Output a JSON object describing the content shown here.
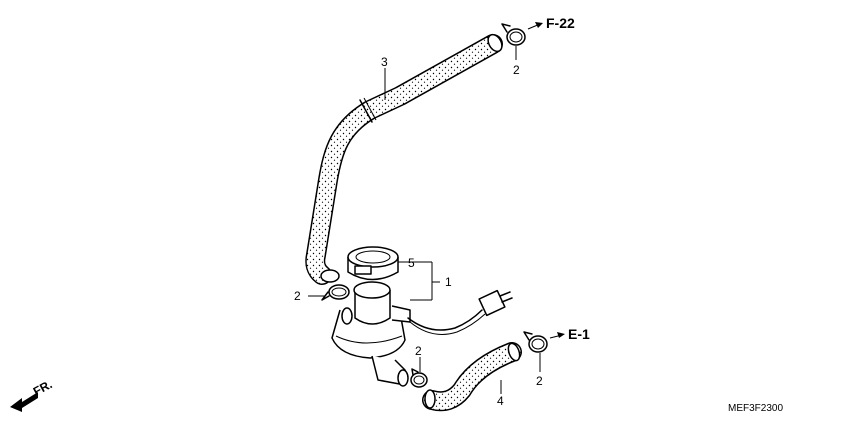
{
  "labels": {
    "part1": "1",
    "part2_top": "2",
    "part2_left": "2",
    "part2_middle": "2",
    "part2_right": "2",
    "part3": "3",
    "part4": "4",
    "part5": "5"
  },
  "references": {
    "top": "F-22",
    "right": "E-1"
  },
  "front_marker": "FR.",
  "diagram_code": "MEF3F2300"
}
